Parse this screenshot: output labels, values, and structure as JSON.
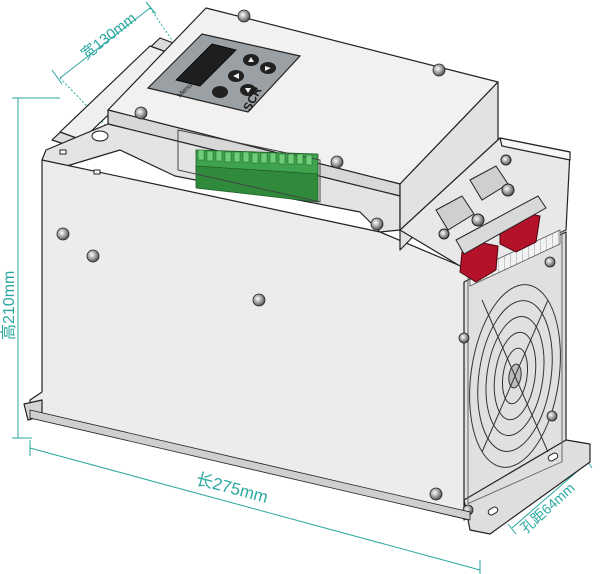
{
  "dimensions": {
    "width_label": "宽130mm",
    "height_label": "高210mm",
    "length_label": "长275mm",
    "hole_spacing_label": "孔距64mm"
  },
  "device": {
    "panel_brand": "SCR",
    "panel_button_label": "Menu"
  },
  "colors": {
    "dimension_line": "#2aa8a0",
    "terminal_block": "#3fa34d",
    "busbar": "#b3122a",
    "body": "#e9e9e9",
    "outline": "#222222"
  }
}
